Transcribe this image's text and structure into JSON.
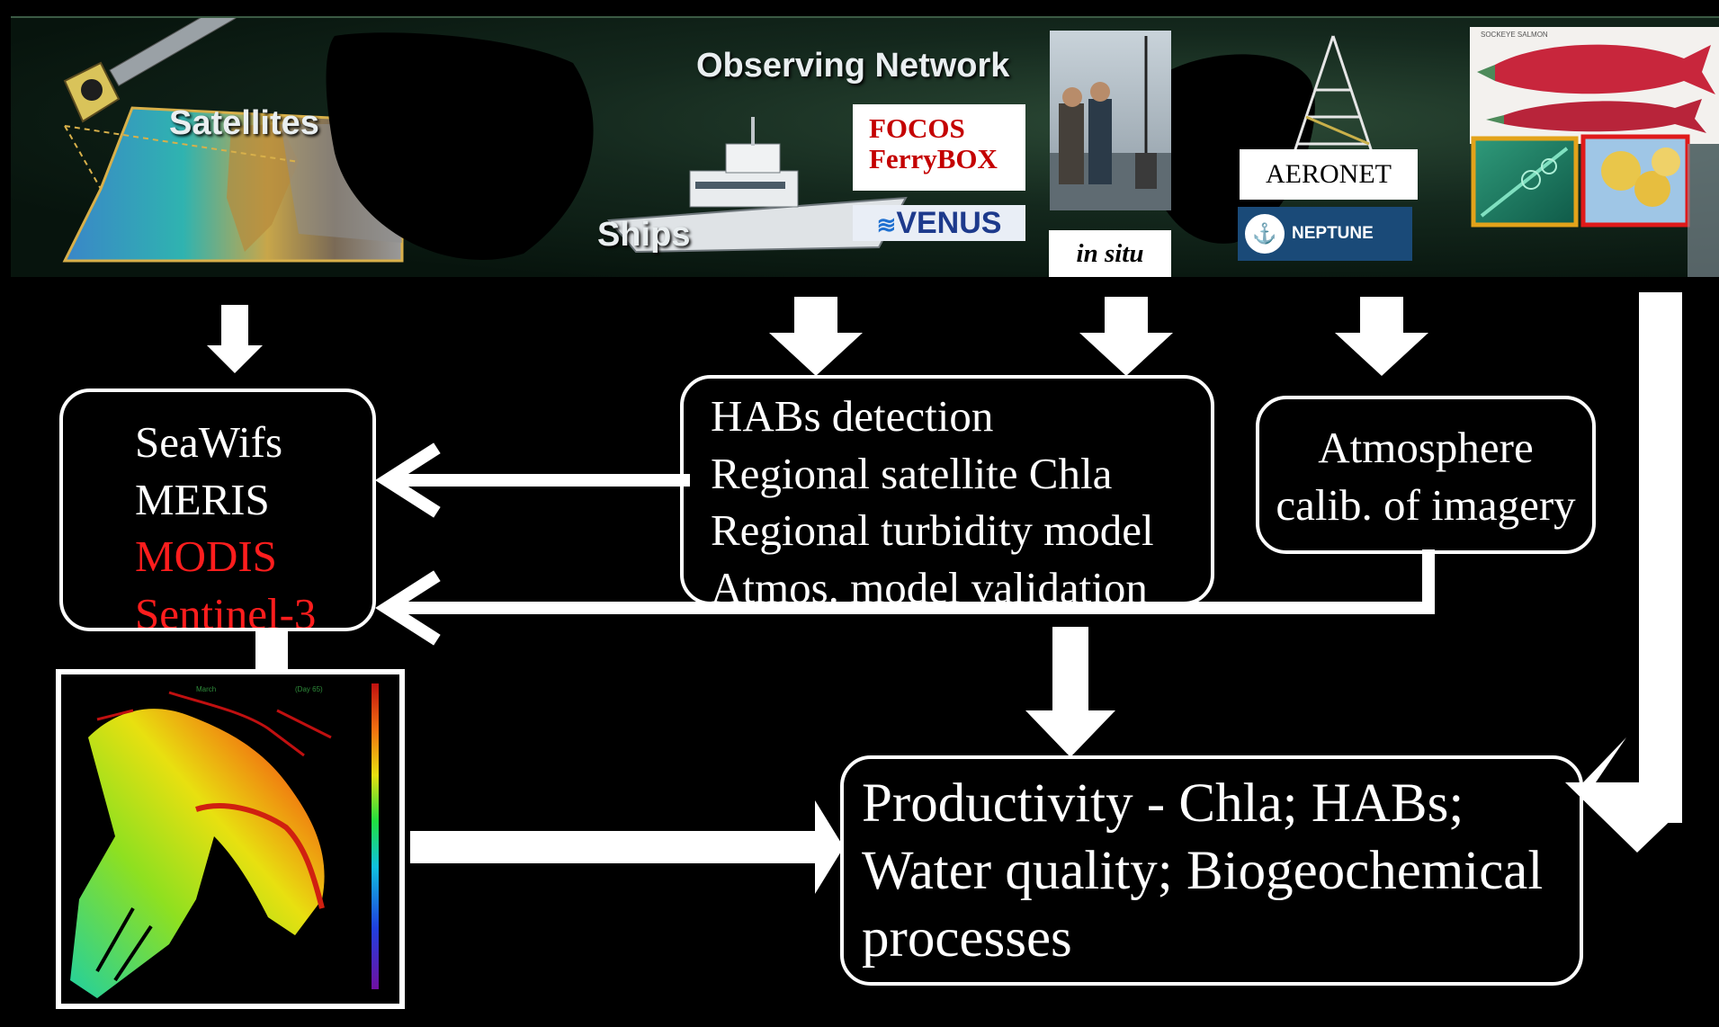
{
  "banner": {
    "satellites_label": "Satellites",
    "observing_network_label": "Observing Network",
    "ships_label": "Ships",
    "focos_label_line1": "FOCOS",
    "focos_label_line2": "FerryBOX",
    "venus_label": "VENUS",
    "in_situ_label": "in situ",
    "aeronet_label": "AERONET",
    "neptune_label": "NEPTUNE",
    "salmon_caption": "SOCKEYE SALMON"
  },
  "sensors_box": {
    "lines": [
      "SeaWifs",
      "MERIS",
      "MODIS",
      "Sentinel-3"
    ],
    "colors": [
      "#ffffff",
      "#ffffff",
      "#ff1d1d",
      "#ff1d1d"
    ]
  },
  "habs_box": {
    "lines": [
      "HABs detection",
      "Regional satellite Chla",
      "Regional turbidity model",
      "Atmos. model validation"
    ]
  },
  "atmos_box": {
    "lines": [
      "Atmosphere",
      "calib. of imagery"
    ]
  },
  "output_box": {
    "lines": [
      "Productivity - Chla; HABs;",
      "Water quality; Biogeochemical",
      "processes"
    ]
  },
  "map_panel": {
    "title_left": "March",
    "title_right": "(Day 65)"
  },
  "colors": {
    "background": "#000000",
    "arrow": "#ffffff",
    "emphasis_red": "#ff1d1d",
    "focos_red": "#c40000",
    "venus_blue": "#1d3a8c"
  }
}
